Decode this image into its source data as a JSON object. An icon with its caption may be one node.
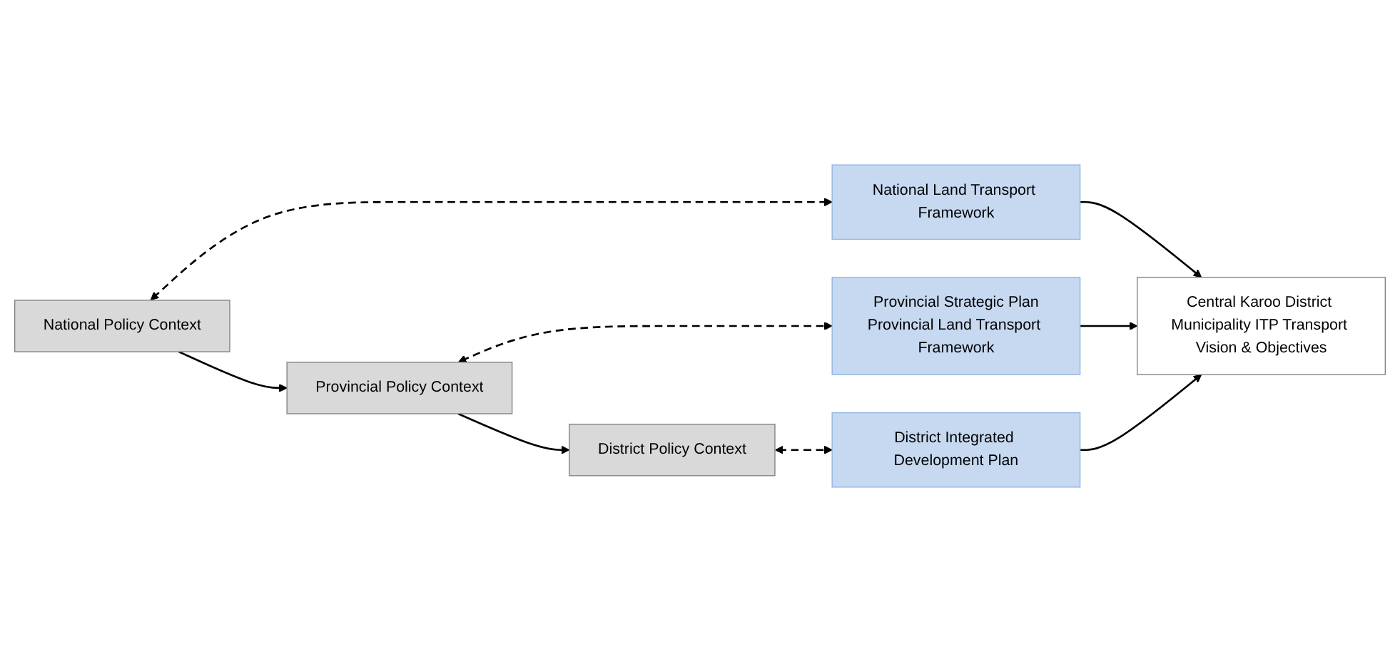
{
  "diagram": {
    "nodes": [
      {
        "text": [
          "National Policy Context"
        ]
      },
      {
        "text": [
          "National Land Transport Framework"
        ]
      },
      {
        "text": [
          "Provincial Policy Context"
        ]
      },
      {
        "text": [
          "Provincial Strategic Plan",
          "Provincial Land Transport Framework"
        ]
      },
      {
        "text": [
          "District Policy Context"
        ]
      },
      {
        "text": [
          "District Integrated Development Plan"
        ]
      },
      {
        "text": [
          "Central Karoo District Municipality ITP Transport Vision & Objectives"
        ]
      }
    ],
    "edges": [
      {
        "from": 0,
        "to": 1,
        "arrow": "both",
        "style": "dashed"
      },
      {
        "from": 1,
        "to": 6,
        "arrow": "to"
      },
      {
        "from": 0,
        "to": 2,
        "arrow": "to"
      },
      {
        "from": 2,
        "to": 3,
        "arrow": "both",
        "style": "dashed"
      },
      {
        "from": 3,
        "to": 6,
        "arrow": "to"
      },
      {
        "from": 2,
        "to": 4,
        "arrow": "to"
      },
      {
        "from": 4,
        "to": 5,
        "arrow": "both",
        "style": "dashed"
      },
      {
        "from": 5,
        "to": 6,
        "arrow": "to"
      }
    ]
  }
}
